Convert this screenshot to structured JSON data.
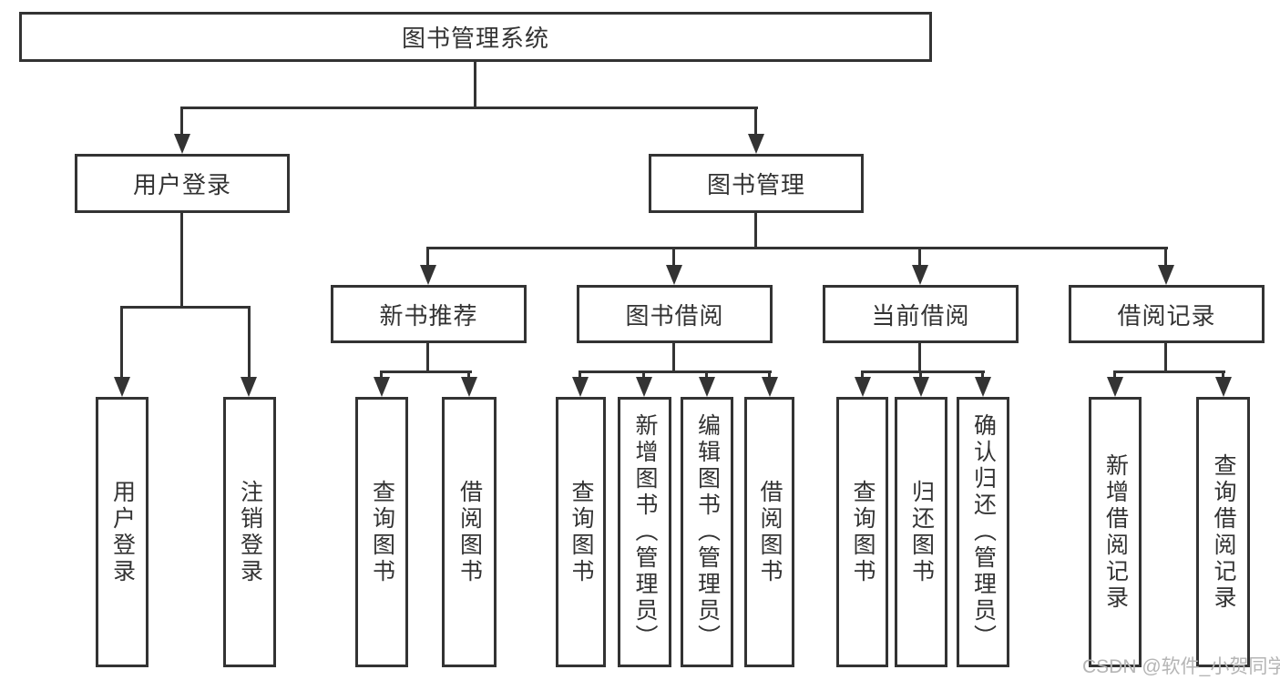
{
  "nodes": {
    "root": {
      "label": "图书管理系统"
    },
    "userLogin": {
      "label": "用户登录"
    },
    "bookMgmt": {
      "label": "图书管理"
    },
    "newBookRec": {
      "label": "新书推荐"
    },
    "bookBorrow": {
      "label": "图书借阅"
    },
    "currentBorrow": {
      "label": "当前借阅"
    },
    "borrowRecords": {
      "label": "借阅记录"
    }
  },
  "leaves": {
    "userLogin": [
      {
        "label": "用户登录"
      },
      {
        "label": "注销登录"
      }
    ],
    "newBookRec": [
      {
        "label": "查询图书"
      },
      {
        "label": "借阅图书"
      }
    ],
    "bookBorrow": [
      {
        "label": "查询图书"
      },
      {
        "label": "新增图书（管理员）"
      },
      {
        "label": "编辑图书（管理员）"
      },
      {
        "label": "借阅图书"
      }
    ],
    "currentBorrow": [
      {
        "label": "查询图书"
      },
      {
        "label": "归还图书"
      },
      {
        "label": "确认归还（管理员）"
      }
    ],
    "borrowRecords": [
      {
        "label": "新增借阅记录"
      },
      {
        "label": "查询借阅记录"
      }
    ]
  },
  "watermark": {
    "text": "CSDN @软件_小贺同学"
  },
  "colors": {
    "line": "#333333",
    "text": "#333333",
    "watermark": "#b5b5b5",
    "background": "#ffffff"
  }
}
